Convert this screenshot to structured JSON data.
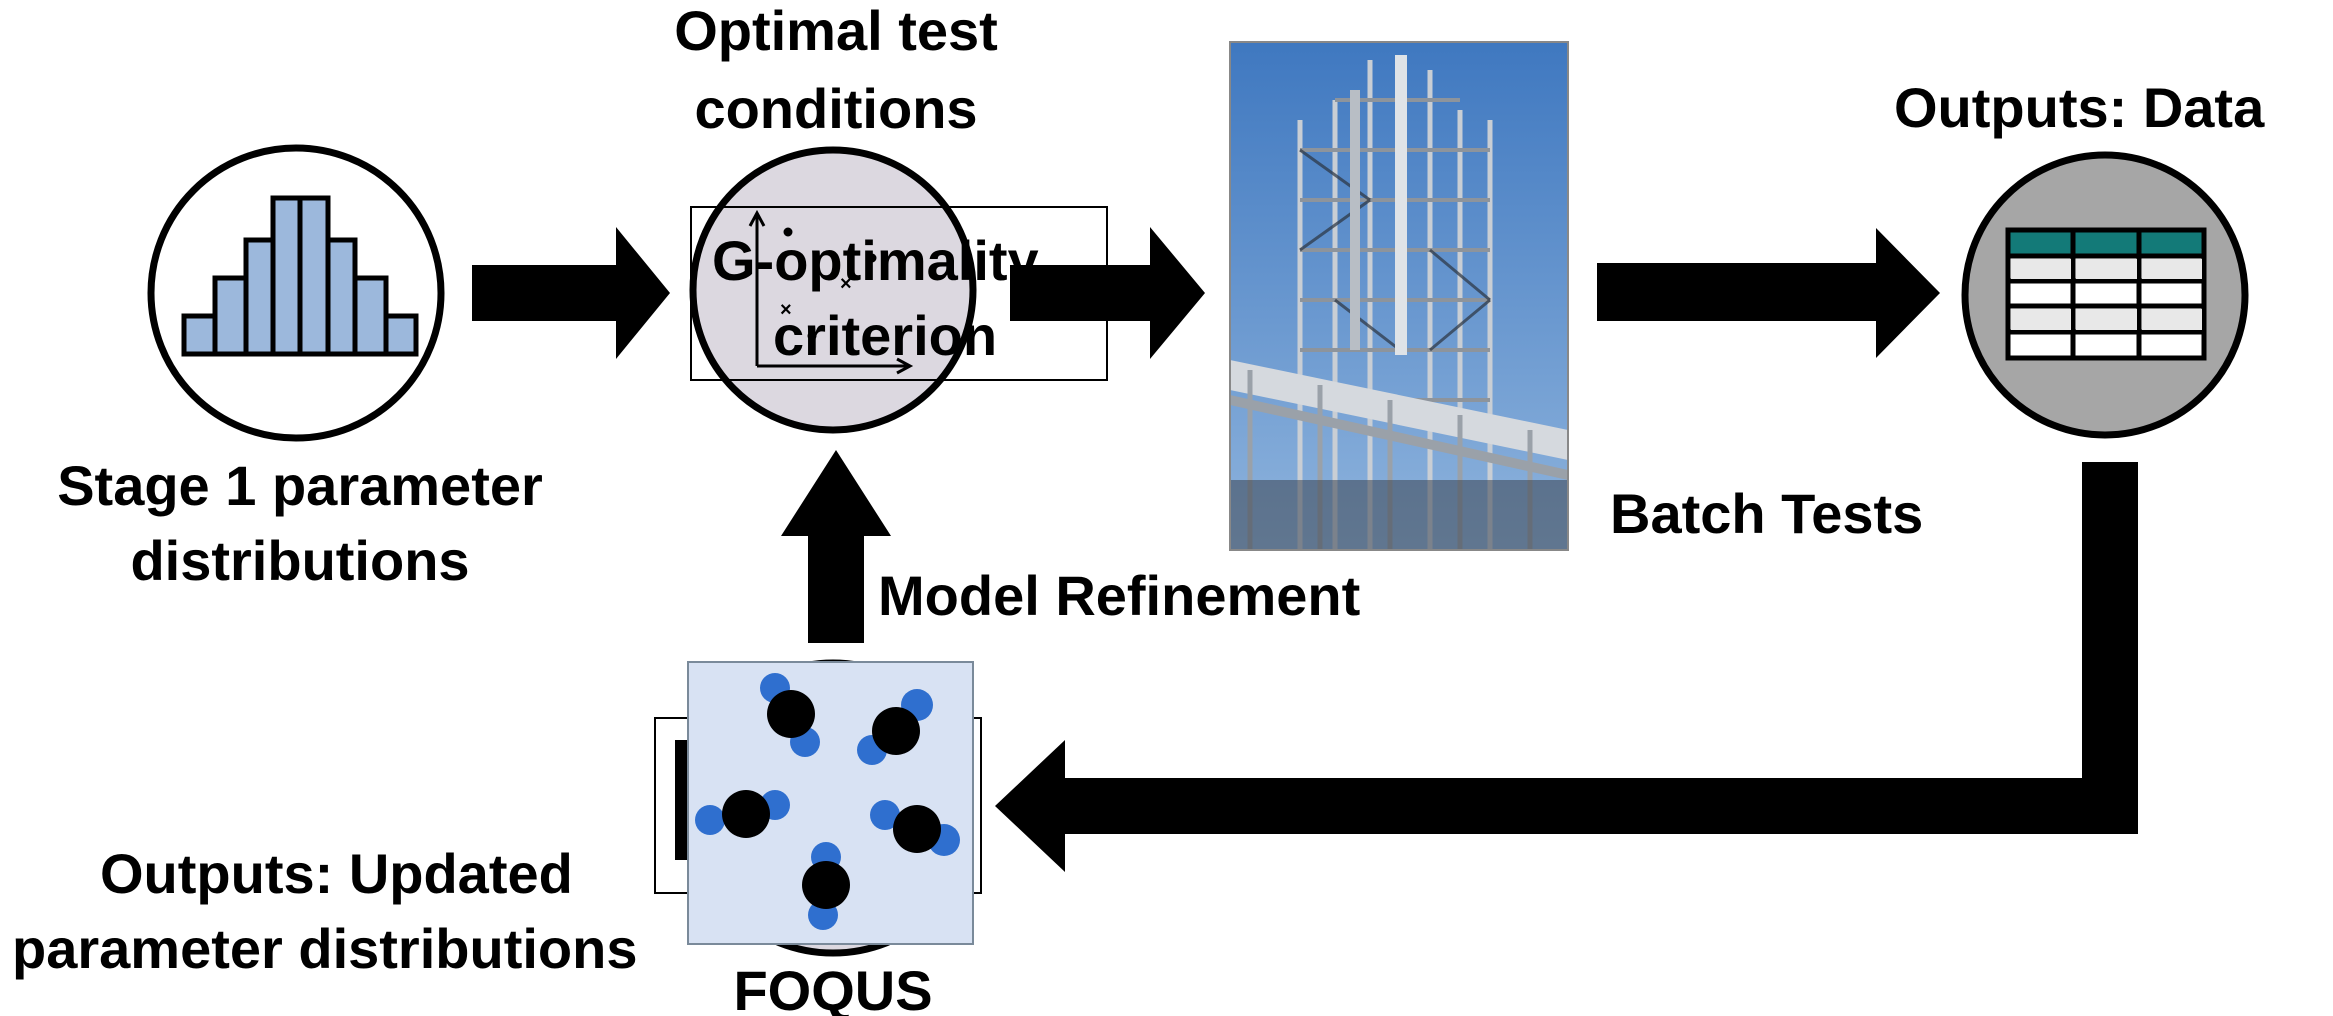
{
  "nodes": {
    "stage1": {
      "label_line1": "Stage 1 parameter",
      "label_line2": "distributions",
      "icon": "histogram-icon"
    },
    "optimal": {
      "title_line1": "Optimal test",
      "title_line2": "conditions",
      "inner_line1": "G-optimality",
      "inner_line2": "criterion",
      "icon": "scatter-plot-icon"
    },
    "plant": {
      "image": "industrial-plant-photo"
    },
    "batch": {
      "label": "Batch Tests"
    },
    "outputs_data": {
      "label": "Outputs: Data",
      "icon": "data-table-icon"
    },
    "foqus": {
      "label": "FOQUS",
      "outputs_line1": "Outputs: Updated",
      "outputs_line2": "parameter distributions",
      "icon": "particles-icon"
    },
    "refinement": {
      "label": "Model Refinement"
    }
  },
  "colors": {
    "histogram_bar": "#9cb8dc",
    "circle_fill_light": "#dcd8e0",
    "circle_fill_grey": "#a6a6a6",
    "table_header": "#137a78",
    "particle_blue": "#2f6fcf",
    "particle_bg": "#d8e2f3",
    "sky": "#4f84c4"
  }
}
